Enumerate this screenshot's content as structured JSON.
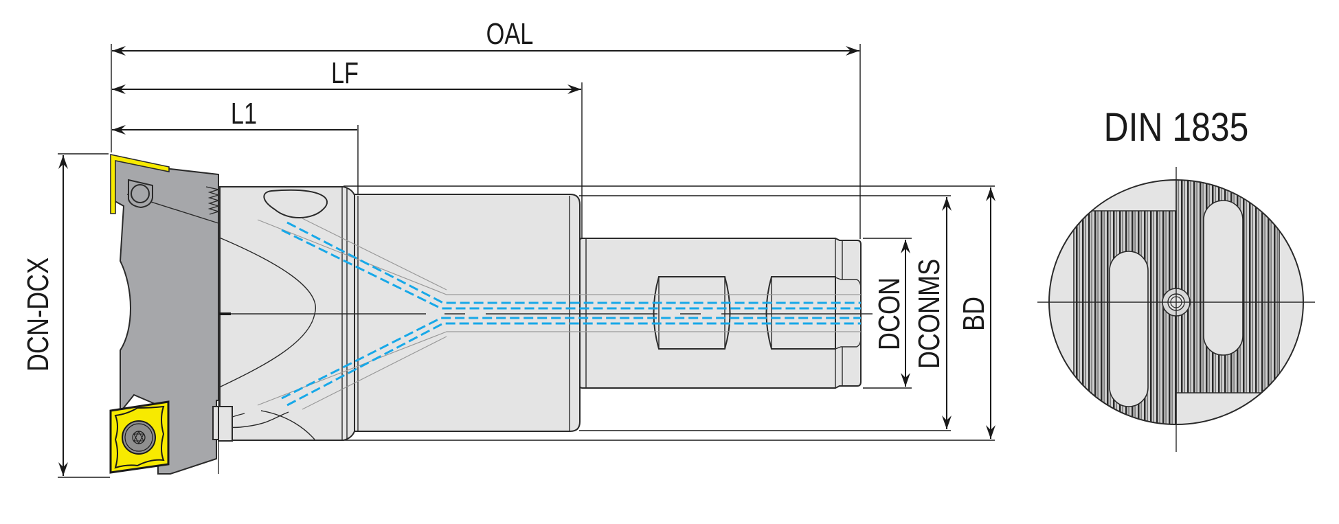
{
  "drawing": {
    "title": "DIN 1835",
    "dimensions": {
      "oal": "OAL",
      "lf": "LF",
      "l1": "L1",
      "dcn_dcx": "DCN-DCX",
      "dcon": "DCON",
      "dconms": "DCONMS",
      "bd": "BD"
    },
    "colors": {
      "body": "#e4e4e4",
      "cutter_head": "#a6a7aa",
      "insert": "#f7ea00",
      "coolant": "#17a8e8",
      "line": "#1a1a1a"
    },
    "icons": [
      "indexable-insert-icon",
      "torx-screw-icon",
      "coolant-channel-icon",
      "shank-flat-icon"
    ]
  }
}
